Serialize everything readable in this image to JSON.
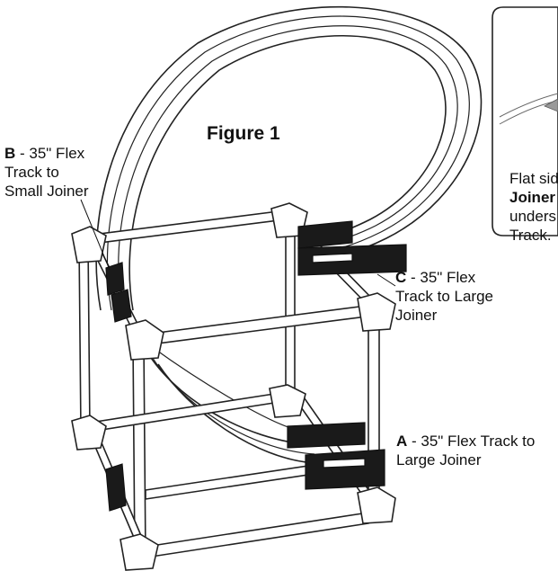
{
  "figure_title": "Figure 1",
  "labels": {
    "b": {
      "letter": "B",
      "line1": " - 35\" Flex",
      "line2": "Track to",
      "line3": "Small Joiner"
    },
    "c": {
      "letter": "C",
      "line1": " - 35\" Flex",
      "line2": "Track to Large",
      "line3": "Joiner"
    },
    "a": {
      "letter": "A",
      "line1": " - 35\" Flex Track to",
      "line2": "Large Joiner"
    }
  },
  "inset": {
    "line1": "Flat sid",
    "line2": "Joiner",
    "line3": "unders",
    "line4": "Track."
  },
  "colors": {
    "ink": "#111111",
    "paper": "#ffffff"
  }
}
